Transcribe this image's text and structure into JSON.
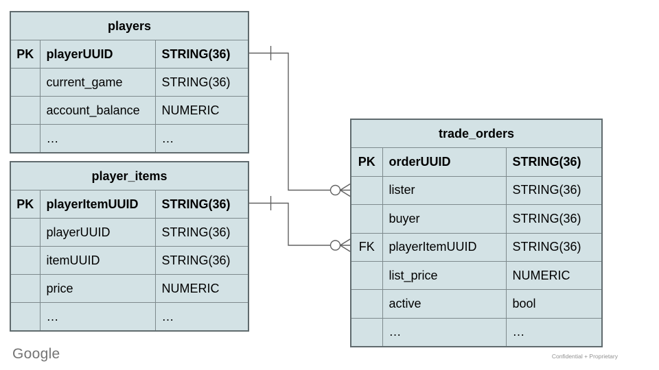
{
  "colors": {
    "cell_fill": "#d3e2e5",
    "cell_border": "#7d898c",
    "outer_border": "#5f6a6d",
    "connector_line": "#616161",
    "text": "#000000",
    "footer_text": "#747474"
  },
  "tables": {
    "players": {
      "title": "players",
      "rows": [
        {
          "key": "PK",
          "name": "playerUUID",
          "type": "STRING(36)"
        },
        {
          "key": "",
          "name": "current_game",
          "type": "STRING(36)"
        },
        {
          "key": "",
          "name": "account_balance",
          "type": "NUMERIC"
        },
        {
          "key": "",
          "name": "…",
          "type": "…"
        }
      ]
    },
    "player_items": {
      "title": "player_items",
      "rows": [
        {
          "key": "PK",
          "name": "playerItemUUID",
          "type": "STRING(36)"
        },
        {
          "key": "",
          "name": "playerUUID",
          "type": "STRING(36)"
        },
        {
          "key": "",
          "name": "itemUUID",
          "type": "STRING(36)"
        },
        {
          "key": "",
          "name": "price",
          "type": "NUMERIC"
        },
        {
          "key": "",
          "name": "…",
          "type": "…"
        }
      ]
    },
    "trade_orders": {
      "title": "trade_orders",
      "rows": [
        {
          "key": "PK",
          "name": "orderUUID",
          "type": "STRING(36)"
        },
        {
          "key": "",
          "name": "lister",
          "type": "STRING(36)"
        },
        {
          "key": "",
          "name": "buyer",
          "type": "STRING(36)"
        },
        {
          "key": "FK",
          "name": "playerItemUUID",
          "type": "STRING(36)"
        },
        {
          "key": "",
          "name": "list_price",
          "type": "NUMERIC"
        },
        {
          "key": "",
          "name": "active",
          "type": "bool"
        },
        {
          "key": "",
          "name": "…",
          "type": "…"
        }
      ]
    }
  },
  "relationships": [
    {
      "from": "players.playerUUID",
      "to": "trade_orders.lister",
      "from_cardinality": "one",
      "to_cardinality": "zero-or-many"
    },
    {
      "from": "player_items.playerItemUUID",
      "to": "trade_orders.playerItemUUID",
      "from_cardinality": "one",
      "to_cardinality": "zero-or-many"
    }
  ],
  "footer": {
    "logo_text": "Google",
    "confidential_text": "Confidential + Proprietary"
  }
}
